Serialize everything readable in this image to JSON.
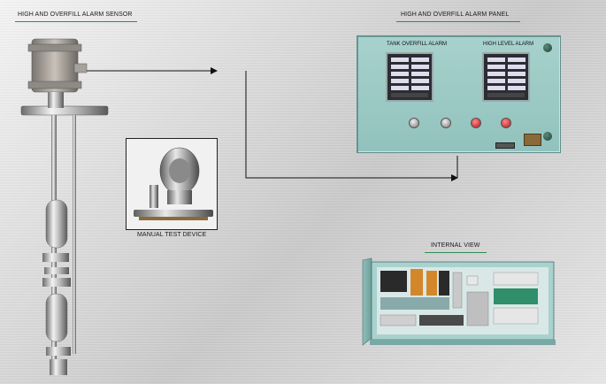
{
  "captions": {
    "sensor": "HIGH AND OVERFILL ALARM SENSOR",
    "panel": "HIGH AND OVERFILL ALARM PANEL",
    "internal": "INTERNAL VIEW",
    "manual": "MANUAL TEST DEVICE"
  },
  "panel": {
    "left_header": "TANK OVERFILL ALARM",
    "right_header": "HIGH LEVEL ALARM"
  },
  "colors": {
    "panel_teal": "#9ccac6",
    "connector_line": "#111111",
    "caption_underline": "#2e8b57",
    "lamp_red": "#d8262b"
  },
  "icons": {
    "sensor": "float-level-sensor-icon",
    "manual_device": "pressure-test-device-icon",
    "panel_buttons": [
      "gray-pushbutton",
      "gray-pushbutton",
      "red-pushbutton",
      "red-pushbutton"
    ]
  }
}
